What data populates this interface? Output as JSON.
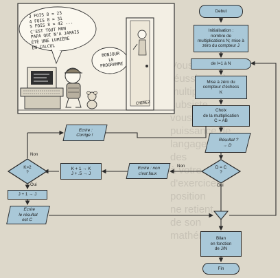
{
  "nodes": {
    "debut": "Debut",
    "init": "Initialisation :\nnombre de\nmultiplications N; mise à\nzéro du compteur J",
    "loop": "de I=1 à N",
    "reset": "Mise à zéro du\ncompteur d'échecs\nK",
    "choix": "Choix\nde la multiplication\nC = AB",
    "resultat": "Résultat ?\n→ D",
    "test_dc": "D = C\n?",
    "ecrire_non": "Ecrire : non\nc'est faux",
    "kinc": "K + 1 → K\nJ + .5 → J",
    "test_k": "K>2\n?",
    "corrige": "Ecrire :\nCorrige !",
    "jinc": "J + 1 → J",
    "ecrire_c": "Ecrire\nle résultat\nest C",
    "bilan": "Bilan\nen fonction\nde J/N",
    "fin": "Fin"
  },
  "labels": {
    "non_dc": "Non",
    "oui_dc": "Oui",
    "non_k": "Non",
    "oui_k": "Oui"
  },
  "cartoon": {
    "speech1": "3 FOIS 8 = 23\n4 FOIS 8 = 31\n5 FOIS 8 = 42 ...\nC'EST TOUT MON\nPAPA QUI N'A JAMAIS\nÉTÉ UNE LUMIÈRE\nEN CALCUL",
    "speech2": "BONJOUR\nLE\nPROGRAMME",
    "signature": "CHENEZ"
  },
  "background_text": "Vous\nréussissez à\nmultiplication\nsubsiste\nvous n'avez\npuissance de\nlangage\ndes\nà votre\nd'exercices\nposition\nne retient\nde son\nmathématiques"
}
